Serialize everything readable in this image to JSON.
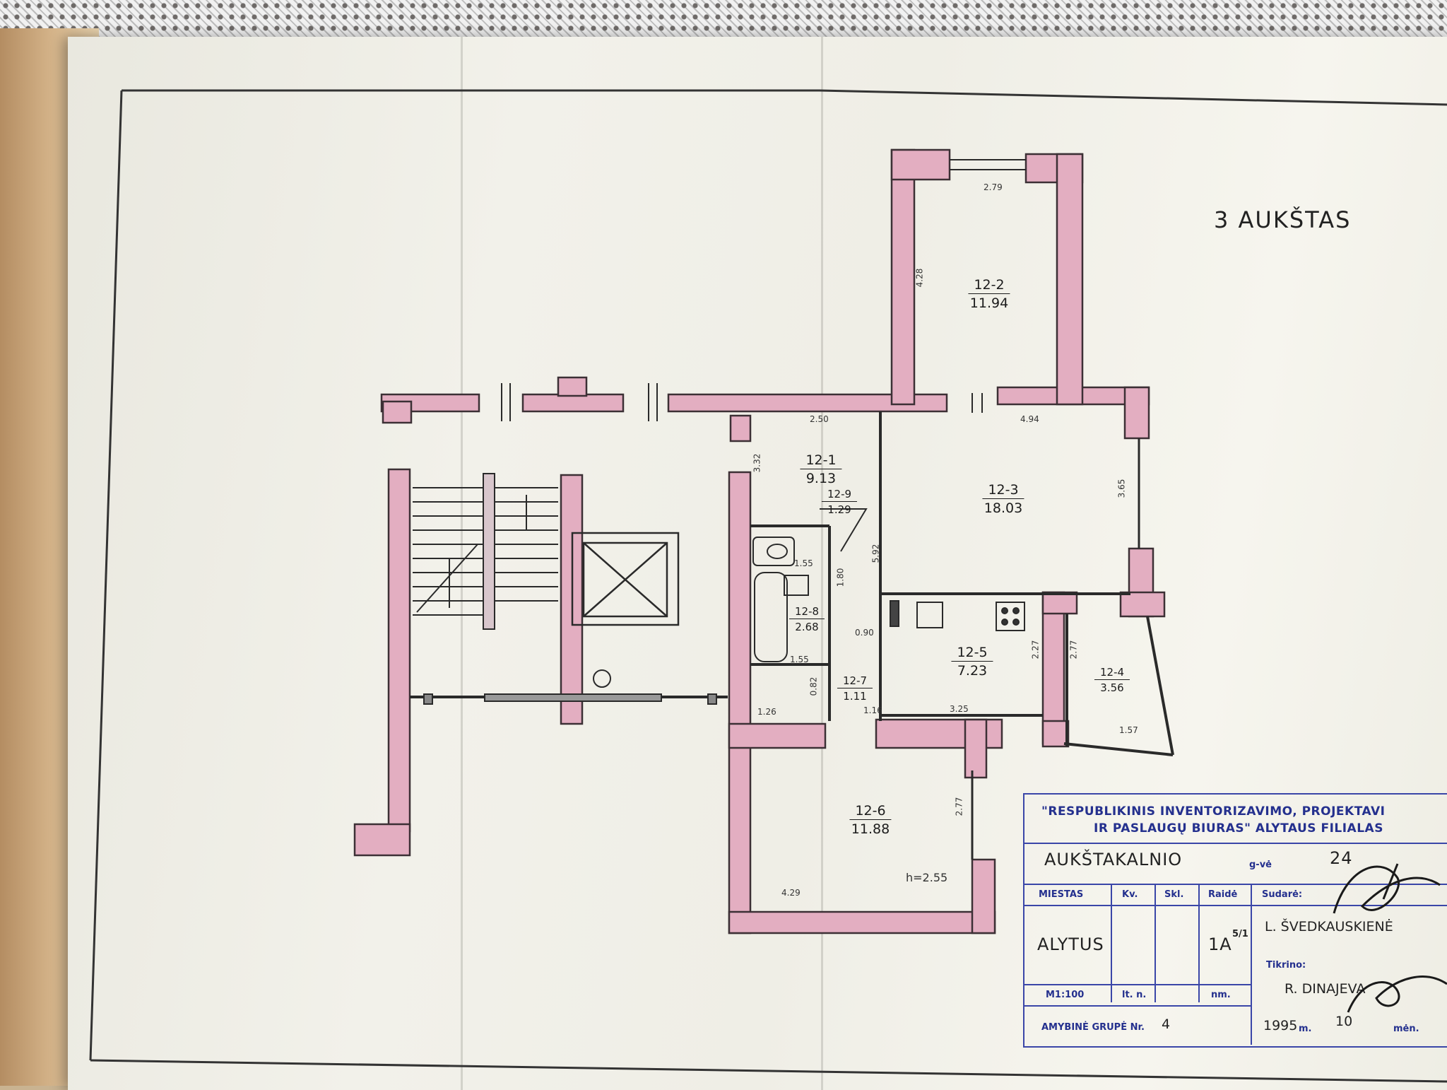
{
  "plan": {
    "floor_title": "3 AUKŠTAS",
    "rooms": [
      {
        "id": "12-1",
        "area": "9.13"
      },
      {
        "id": "12-2",
        "area": "11.94"
      },
      {
        "id": "12-3",
        "area": "18.03"
      },
      {
        "id": "12-4",
        "area": "3.56"
      },
      {
        "id": "12-5",
        "area": "7.23"
      },
      {
        "id": "12-6",
        "area": "11.88"
      },
      {
        "id": "12-7",
        "area": "1.11"
      },
      {
        "id": "12-8",
        "area": "2.68"
      },
      {
        "id": "12-9",
        "area": "1.29"
      }
    ],
    "dimensions": [
      "2.79",
      "4.28",
      "2.50",
      "4.94",
      "3.32",
      "3.65",
      "5.92",
      "1.55",
      "1.80",
      "0.90",
      "1.55",
      "1.26",
      "1.16",
      "0.82",
      "2.27",
      "2.77",
      "3.25",
      "1.57",
      "2.77",
      "4.29"
    ],
    "ceiling_height": "h=2.55"
  },
  "stamp": {
    "org_line1": "\"RESPUBLIKINIS INVENTORIZAVIMO, PROJEKTAVI",
    "org_line2": "IR PASLAUGŲ BIURAS\" ALYTAUS FILIALAS",
    "street": "AUKŠTAKALNIO",
    "street_suffix": "g-vė",
    "house_no": "24",
    "col_miestas": "MIESTAS",
    "col_kv": "Kv.",
    "col_skl": "Skl.",
    "col_raide": "Raidė",
    "col_sudare": "Sudarė:",
    "city": "ALYTUS",
    "letter": "1A",
    "letter_sup": "5/1",
    "compiler": "L. ŠVEDKAUSKIENĖ",
    "checker_label": "Tikrino:",
    "checker": "R. DINAJEVA",
    "scale": "M1:100",
    "sheet": "lt.        n.",
    "sheet_no": "nm.",
    "group": "AMYBINĖ GRUPĖ Nr.",
    "group_no": "4",
    "date_year": "1995",
    "date_m": "m.",
    "date_month": "10",
    "date_mon_label": "mėn."
  },
  "colors": {
    "wall": "#e3aec1",
    "wall_edge": "#3c3035",
    "stamp_ink": "#24308e"
  }
}
